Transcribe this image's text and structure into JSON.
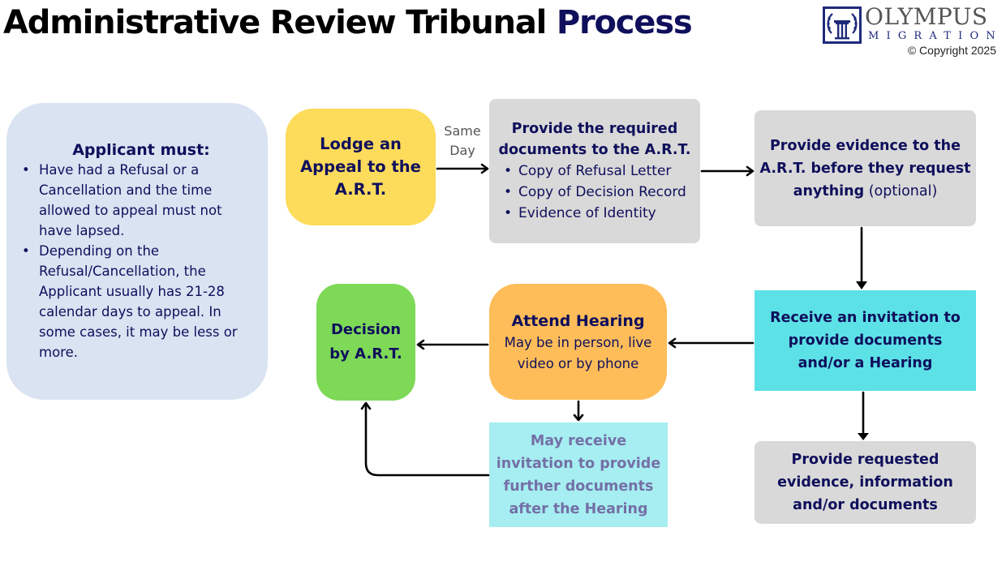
{
  "header": {
    "title_main": "Administrative Review Tribunal ",
    "title_accent": "Process"
  },
  "logo": {
    "name": "OLYMPUS",
    "subtitle": "MIGRATION",
    "copyright": "© Copyright 2025",
    "icon": "greek-column-laurel-icon"
  },
  "colors": {
    "title_accent": "#0f0f5c",
    "text_navy": "#0f0f5c",
    "applicant_bg": "#dae3f2",
    "lodge_bg": "#fddb5b",
    "gray_box_bg": "#d9d9d9",
    "receive_bg": "#5ce1e6",
    "hearing_bg": "#ffbd59",
    "decision_bg": "#7ed957",
    "further_bg": "#a6eef1",
    "further_text": "#7470a6"
  },
  "applicant": {
    "heading": "Applicant must:",
    "items": [
      "Have had a Refusal or a Cancellation and the time allowed to appeal must not have lapsed.",
      "Depending on the Refusal/Cancellation, the Applicant usually has 21-28 calendar days to appeal. In some cases, it may be less or more."
    ]
  },
  "steps": {
    "lodge": {
      "line1": "Lodge an",
      "line2": "Appeal to the",
      "line3": "A.R.T."
    },
    "same_day": {
      "line1": "Same",
      "line2": "Day"
    },
    "documents": {
      "heading_line1": "Provide the required",
      "heading_line2": "documents to the A.R.T.",
      "items": [
        "Copy of Refusal Letter",
        "Copy of Decision Record",
        "Evidence of Identity"
      ]
    },
    "evidence": {
      "line1": "Provide evidence to the",
      "line2": "A.R.T. before they request",
      "line3_bold": "anything",
      "line3_normal": " (optional)"
    },
    "receive": {
      "line1": "Receive an invitation to",
      "line2": "provide documents",
      "line3": "and/or a Hearing"
    },
    "requested": {
      "line1": "Provide requested",
      "line2": "evidence, information",
      "line3": "and/or documents"
    },
    "hearing": {
      "heading": "Attend Hearing",
      "sub_line1": "May be in person, live",
      "sub_line2": "video or by phone"
    },
    "decision": {
      "line1": "Decision",
      "line2": "by A.R.T."
    },
    "further": {
      "line1": "May receive",
      "line2": "invitation to provide",
      "line3": "further documents",
      "line4": "after the Hearing"
    }
  }
}
